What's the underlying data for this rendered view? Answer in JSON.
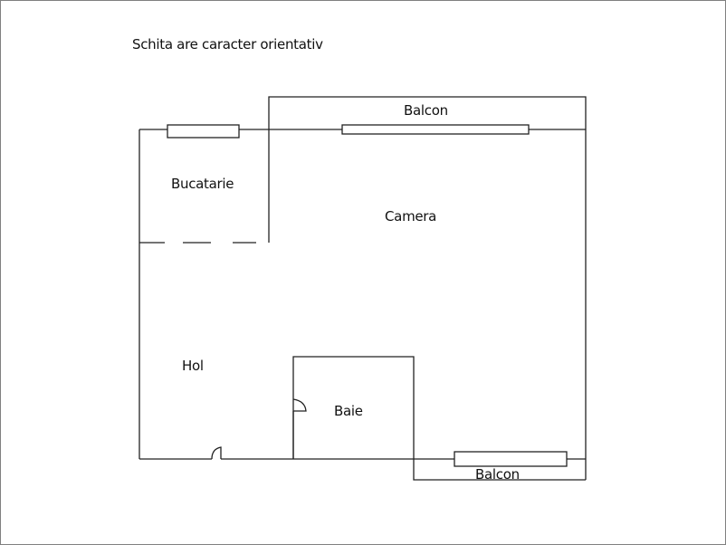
{
  "note": "Schita are caracter orientativ",
  "rooms": {
    "kitchen": "Bucatarie",
    "room": "Camera",
    "hall": "Hol",
    "bathroom": "Baie",
    "balcony_top": "Balcon",
    "balcony_bottom": "Balcon"
  },
  "colors": {
    "line": "#222222",
    "frame": "#808080",
    "background": "#ffffff"
  }
}
